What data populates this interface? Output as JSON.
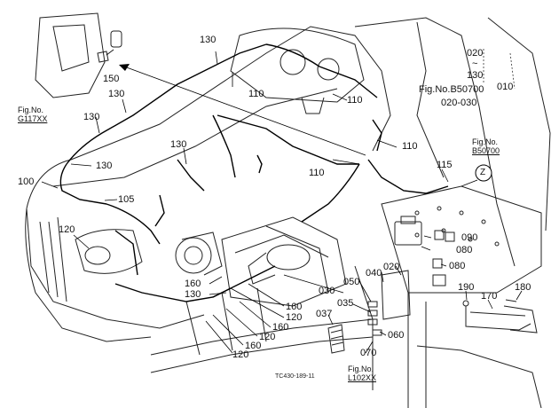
{
  "diagram": {
    "caption": "TC430-189-11",
    "part_labels": [
      {
        "id": "p130a",
        "text": "130"
      },
      {
        "id": "p150",
        "text": "150"
      },
      {
        "id": "p130b",
        "text": "130"
      },
      {
        "id": "p130c",
        "text": "130"
      },
      {
        "id": "p130d",
        "text": "130"
      },
      {
        "id": "p130e",
        "text": "130"
      },
      {
        "id": "p110a",
        "text": "110"
      },
      {
        "id": "p110b",
        "text": "110"
      },
      {
        "id": "p110c",
        "text": "110"
      },
      {
        "id": "p110d",
        "text": "110"
      },
      {
        "id": "p100",
        "text": "100"
      },
      {
        "id": "p105",
        "text": "105"
      },
      {
        "id": "p120a",
        "text": "120"
      },
      {
        "id": "p115",
        "text": "115"
      },
      {
        "id": "p020a",
        "text": "020"
      },
      {
        "id": "p130f",
        "text": "130"
      },
      {
        "id": "p010",
        "text": "010"
      },
      {
        "id": "p020030",
        "text": "020-030"
      },
      {
        "id": "p090",
        "text": "090"
      },
      {
        "id": "p080a",
        "text": "080"
      },
      {
        "id": "p080b",
        "text": "080"
      },
      {
        "id": "p020b",
        "text": "020"
      },
      {
        "id": "p040",
        "text": "040"
      },
      {
        "id": "p050",
        "text": "050"
      },
      {
        "id": "p030",
        "text": "030"
      },
      {
        "id": "p035",
        "text": "035"
      },
      {
        "id": "p037",
        "text": "037"
      },
      {
        "id": "p060",
        "text": "060"
      },
      {
        "id": "p070",
        "text": "070"
      },
      {
        "id": "p160a",
        "text": "160"
      },
      {
        "id": "p130g",
        "text": "130"
      },
      {
        "id": "p160b",
        "text": "160"
      },
      {
        "id": "p120b",
        "text": "120"
      },
      {
        "id": "p160c",
        "text": "160"
      },
      {
        "id": "p120c",
        "text": "120"
      },
      {
        "id": "p160d",
        "text": "160"
      },
      {
        "id": "p120d",
        "text": "120"
      },
      {
        "id": "p190",
        "text": "190"
      },
      {
        "id": "p170",
        "text": "170"
      },
      {
        "id": "p180",
        "text": "180"
      }
    ],
    "fig_refs": [
      {
        "id": "g117",
        "prefix": "Fig.No.",
        "code": "G117XX"
      },
      {
        "id": "b50700box",
        "prefix": "Fig.No.",
        "code": "B50700"
      },
      {
        "id": "l102",
        "prefix": "Fig.No.",
        "code": "L102XX"
      }
    ],
    "fig_b50700_inline": "Fig.No.B50700",
    "range_tilde": "~",
    "circle_marker": "Z"
  }
}
